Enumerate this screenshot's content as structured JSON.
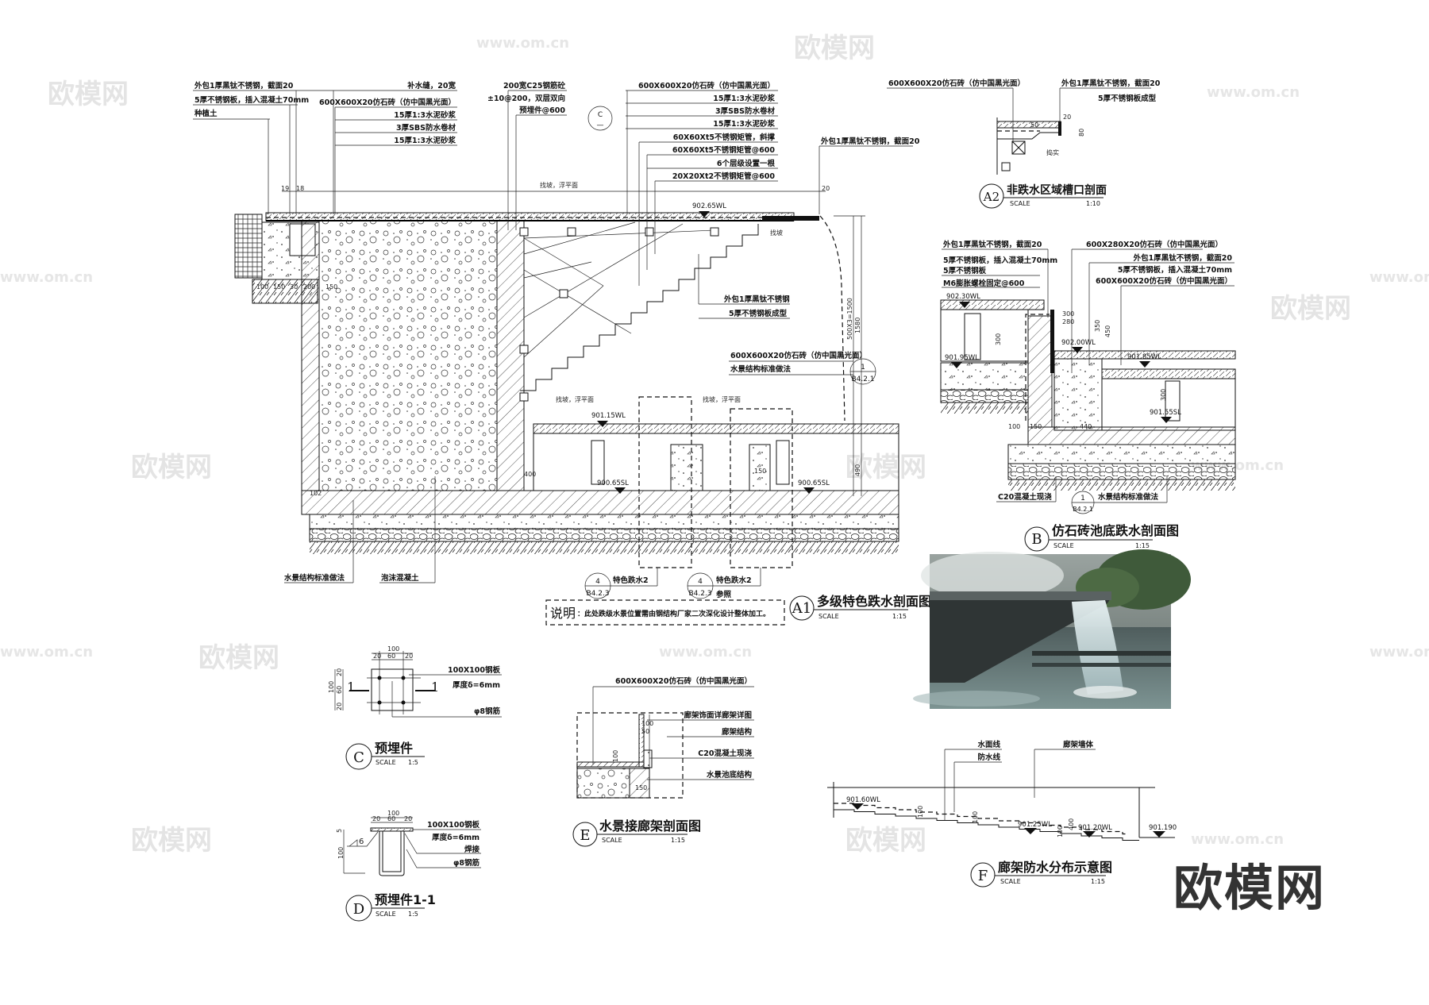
{
  "watermarks": {
    "brand": "欧模网",
    "url": "www.om.cn",
    "logo": "欧模网"
  },
  "a1": {
    "badge": "A1",
    "title": "多级特色跌水剖面图",
    "scale_label": "SCALE",
    "scale": "1:15",
    "left_callouts": [
      "外包1厚黑钛不锈钢，截面20",
      "5厚不锈钢板，插入混凝土70mm",
      "种植土"
    ],
    "paving_callouts": [
      "补水缝，20宽",
      "600X600X20仿石砖（仿中国黑光面）",
      "15厚1:3水泥砂浆",
      "3厚SBS防水卷材",
      "15厚1:3水泥砂浆"
    ],
    "concrete_callouts": [
      "200宽C25钢筋砼",
      "±10@200，双层双向",
      "预埋件@600"
    ],
    "ref_c": {
      "num": "C",
      "sheet": "—"
    },
    "steel_callouts": [
      "600X600X20仿石砖（仿中国黑光面）",
      "15厚1:3水泥砂浆",
      "3厚SBS防水卷材",
      "15厚1:3水泥砂浆",
      "60X60Xt5不锈钢矩管，斜撑",
      "60X60Xt5不锈钢矩管@600",
      "6个层级设置一根",
      "20X20Xt2不锈钢矩管@600"
    ],
    "edge_callout": "外包1厚黑钛不锈钢，截面20",
    "mid_callouts": [
      "外包1厚黑钛不锈钢",
      "5厚不锈钢板成型"
    ],
    "pool_callouts": [
      "600X600X20仿石砖（仿中国黑光面）",
      "水景结构标准做法"
    ],
    "ref_1": {
      "num": "1",
      "sheet": "B4.2.1"
    },
    "bottom_callouts": [
      "水景结构标准做法",
      "泡沫混凝土"
    ],
    "level_notes": [
      "找坡，浮平面",
      "找坡，浮平面",
      "找坡，浮平面",
      "找坡"
    ],
    "refs": [
      {
        "num": "4",
        "sheet": "B4.2.3",
        "label": "特色跌水2",
        "sub": ""
      },
      {
        "num": "4",
        "sheet": "B4.2.3",
        "label": "特色跌水2",
        "sub": "参照"
      }
    ],
    "elevations": [
      "902.65WL",
      "901.15WL",
      "900.65SL",
      "900.65SL"
    ],
    "dims": [
      "19",
      "18",
      "20",
      "100",
      "150",
      "30",
      "200",
      "150",
      "1580",
      "500X3=1500",
      "490",
      "102",
      "400",
      "150"
    ],
    "note_label": "说明",
    "note_text": "：此处跌级水景位置需由钢结构厂家二次深化设计整体加工。"
  },
  "a2": {
    "badge": "A2",
    "title": "非跌水区域槽口剖面",
    "scale_label": "SCALE",
    "scale": "1:10",
    "callouts": [
      "600X600X20仿石砖（仿中国黑光面）",
      "外包1厚黑钛不锈钢，截面20",
      "5厚不锈钢板成型",
      "捣实"
    ],
    "dims": [
      "20",
      "80",
      "50"
    ]
  },
  "b": {
    "badge": "B",
    "title": "仿石砖池底跌水剖面图",
    "scale_label": "SCALE",
    "scale": "1:15",
    "left_callouts": [
      "外包1厚黑钛不锈钢，截面20",
      "5厚不锈钢板，插入混凝土70mm",
      "5厚不锈钢板",
      "M6膨胀螺栓固定@600"
    ],
    "right_callouts": [
      "600X280X20仿石砖（仿中国黑光面）",
      "外包1厚黑钛不锈钢，截面20",
      "5厚不锈钢板，插入混凝土70mm",
      "600X600X20仿石砖（仿中国黑光面）"
    ],
    "elevations": [
      "902.30WL",
      "901.95WL",
      "902.00WL",
      "901.85WL",
      "901.55SL"
    ],
    "bottom_callouts": [
      "C20混凝土现浇",
      "水景结构标准做法"
    ],
    "ref": {
      "num": "1",
      "sheet": "B4.2.1"
    },
    "dims": [
      "300",
      "280",
      "300",
      "450",
      "300",
      "100",
      "150",
      "440",
      "350"
    ]
  },
  "c": {
    "badge": "C",
    "title": "预埋件",
    "scale_label": "SCALE",
    "scale": "1:5",
    "callouts": [
      "100X100钢板",
      "厚度δ=6mm",
      "φ8钢筋"
    ],
    "dims": [
      "100",
      "20",
      "60",
      "20",
      "100",
      "20",
      "60",
      "20"
    ],
    "section_mark": "1"
  },
  "d": {
    "badge": "D",
    "title": "预埋件1-1",
    "scale_label": "SCALE",
    "scale": "1:5",
    "callouts": [
      "100X100钢板",
      "厚度δ=6mm",
      "焊接",
      "φ8钢筋"
    ],
    "dims": [
      "100",
      "20",
      "60",
      "20",
      "5",
      "100",
      "6"
    ]
  },
  "e": {
    "badge": "E",
    "title": "水景接廊架剖面图",
    "scale_label": "SCALE",
    "scale": "1:15",
    "callouts": [
      "600X600X20仿石砖（仿中国黑光面）",
      "廊架饰面详廊架详图",
      "廊架结构",
      "C20混凝土现浇",
      "水景池底结构"
    ],
    "dims": [
      "100",
      "50",
      "100",
      "150"
    ]
  },
  "f": {
    "badge": "F",
    "title": "廊架防水分布示意图",
    "scale_label": "SCALE",
    "scale": "1:15",
    "callouts": [
      "水面线",
      "防水线",
      "廊架墙体"
    ],
    "elevations": [
      "901.60WL",
      "901.25WL",
      "901.20WL",
      "901.190"
    ],
    "dims": [
      "100",
      "100",
      "100",
      "400"
    ]
  },
  "colors": {
    "line": "#111111",
    "watermark": "#e4e4e4",
    "logo": "#333333"
  }
}
